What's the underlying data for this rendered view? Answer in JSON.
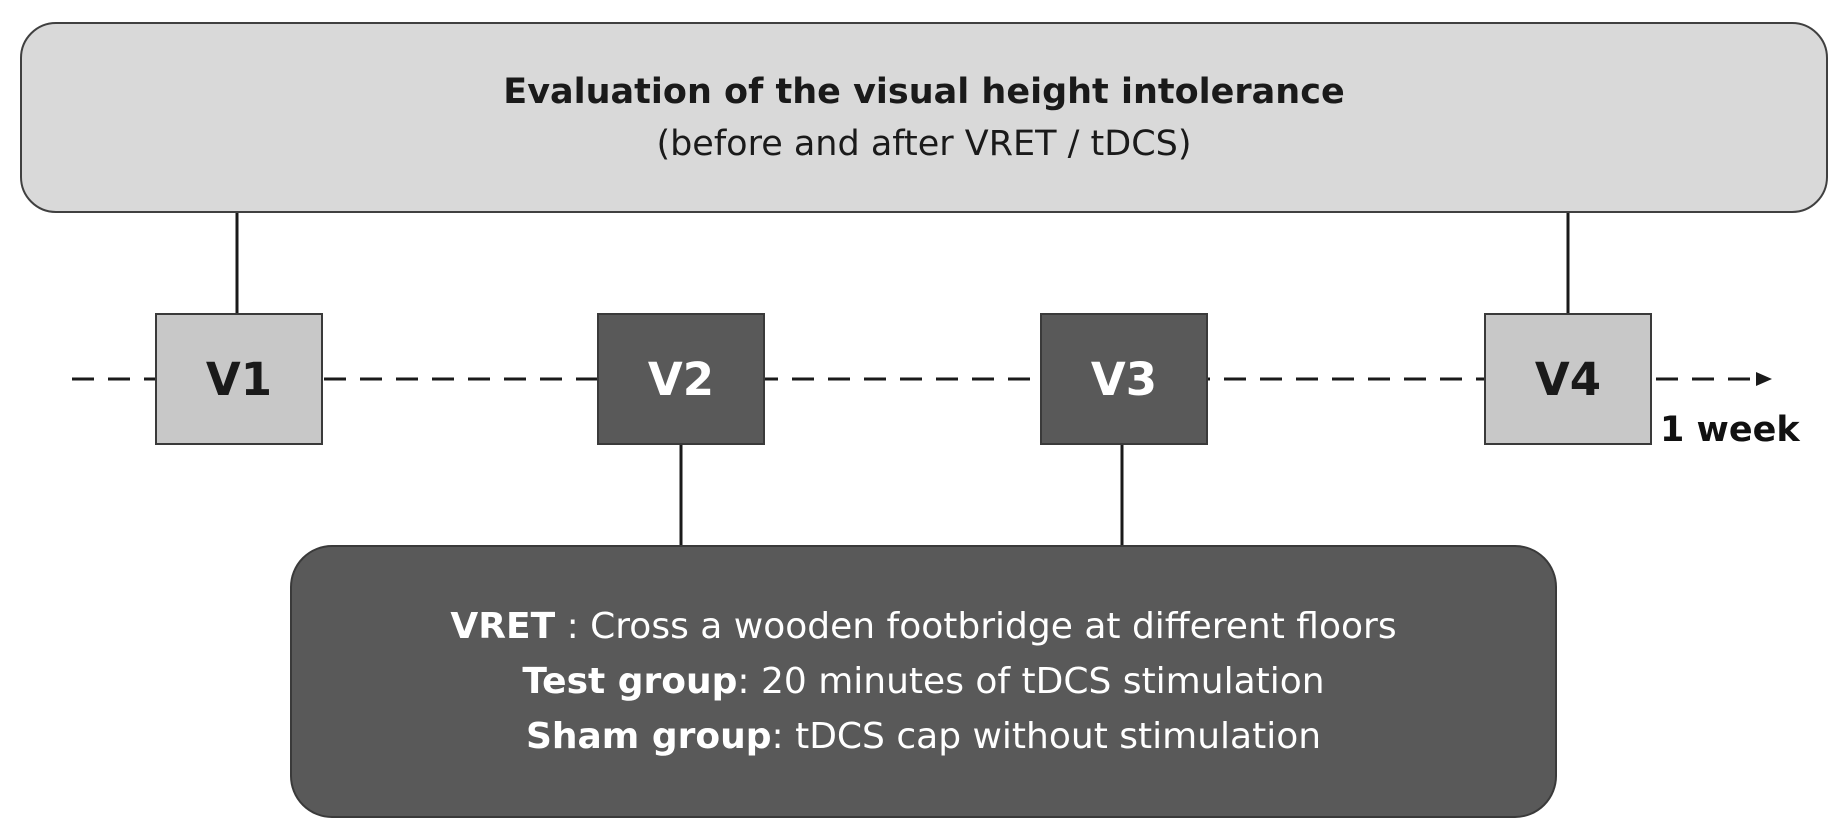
{
  "evaluation": {
    "title": "Evaluation of the visual height intolerance",
    "subtitle": "(before and after VRET / tDCS)"
  },
  "visits": [
    {
      "label": "V1",
      "style": "light"
    },
    {
      "label": "V2",
      "style": "dark"
    },
    {
      "label": "V3",
      "style": "dark"
    },
    {
      "label": "V4",
      "style": "light"
    }
  ],
  "timeline": {
    "duration_label": "1 week"
  },
  "intervention": {
    "lines": [
      {
        "term": "VRET",
        "text": " : Cross a wooden footbridge at different floors"
      },
      {
        "term": "Test group",
        "text": ": 20 minutes of tDCS stimulation"
      },
      {
        "term": "Sham group",
        "text": ": tDCS cap without stimulation"
      }
    ]
  },
  "colors": {
    "light_fill": "#c8c8c8",
    "dark_fill": "#595959",
    "top_box_fill": "#d9d9d9",
    "line_color": "#1a1a1a"
  }
}
